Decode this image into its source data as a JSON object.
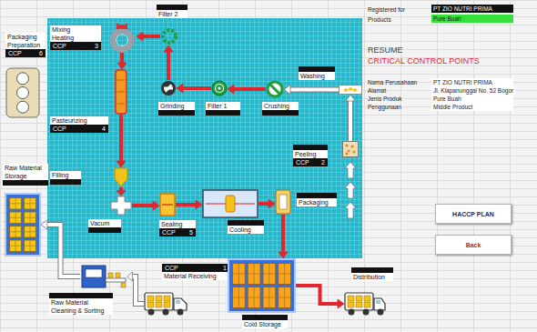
{
  "diagram": {
    "nodes": [
      {
        "text": [
          "Packaging Preparation",
          "CCP",
          "6"
        ]
      },
      {
        "text": [
          "Mixing",
          "Heating",
          "CCP",
          "3"
        ]
      },
      {
        "text": [
          "Filter 2"
        ]
      },
      {
        "text": [
          "Pasteurizing",
          "CCP",
          "4"
        ]
      },
      {
        "text": [
          "Grinding"
        ]
      },
      {
        "text": [
          "Filter 1"
        ]
      },
      {
        "text": [
          "Crushing"
        ]
      },
      {
        "text": [
          "Washing"
        ]
      },
      {
        "text": [
          "Peeling",
          "CCP",
          "2"
        ]
      },
      {
        "text": [
          "Raw Material Storage"
        ]
      },
      {
        "text": [
          "Filling"
        ]
      },
      {
        "text": [
          "Vacum"
        ]
      },
      {
        "text": [
          "Sealing",
          "CCP",
          "5"
        ]
      },
      {
        "text": [
          "Cooling"
        ]
      },
      {
        "text": [
          "Packaging"
        ]
      },
      {
        "text": [
          "CCP",
          "1",
          "Material Receiving"
        ]
      },
      {
        "text": [
          "Raw Material Cleaning & Sorting"
        ]
      },
      {
        "text": [
          "Cold Storage"
        ]
      },
      {
        "text": [
          "Distribution"
        ]
      },
      {
        "text": [
          "HACCP PLAN"
        ]
      },
      {
        "text": [
          "Back"
        ]
      }
    ],
    "edges": [
      {
        "from": 15,
        "to": 16,
        "arrow": "to"
      },
      {
        "from": 16,
        "to": 9,
        "arrow": "to"
      },
      {
        "from": 8,
        "to": 7,
        "arrow": "to"
      },
      {
        "from": 7,
        "to": 6,
        "arrow": "to"
      },
      {
        "from": 6,
        "to": 5,
        "arrow": "to"
      },
      {
        "from": 5,
        "to": 4,
        "arrow": "to"
      },
      {
        "from": 4,
        "to": 2,
        "arrow": "to"
      },
      {
        "from": 2,
        "to": 1,
        "arrow": "to"
      },
      {
        "from": 1,
        "to": 3,
        "arrow": "to"
      },
      {
        "from": 3,
        "to": 10,
        "arrow": "to"
      },
      {
        "from": 10,
        "to": 11,
        "arrow": "to"
      },
      {
        "from": 11,
        "to": 12,
        "arrow": "to"
      },
      {
        "from": 12,
        "to": 13,
        "arrow": "to"
      },
      {
        "from": 13,
        "to": 14,
        "arrow": "to"
      },
      {
        "from": 14,
        "to": 17,
        "arrow": "to"
      },
      {
        "from": 17,
        "to": 18,
        "arrow": "to"
      }
    ],
    "labels": [
      "Registered for",
      "PT ZIO NUTRI PRIMA",
      "Products",
      "Pure Buah",
      "RESUME",
      "CRITICAL CONTROL POINTS",
      "Nama Perusahaan",
      "PT ZIO NUTRI PRIMA",
      "Alamat",
      "Jl. Klapanunggal No. 52 Bogor",
      "Jenis Produk",
      "Pure Buah",
      "Penggunaan",
      "Middle Product"
    ]
  }
}
